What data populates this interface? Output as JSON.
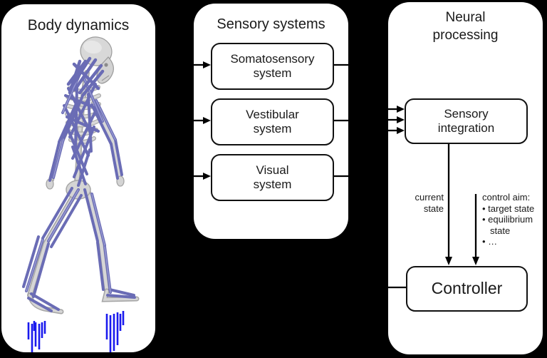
{
  "meta": {
    "background_color": "#000000",
    "panel_color": "#ffffff",
    "connector_color": "#000000",
    "muscle_color": "#6a6cb5",
    "bone_color": "#d8d8d8",
    "ground_reaction_force_color": "#1a1aee",
    "text_color": "#1a1a1a"
  },
  "panels": {
    "body_dynamics": {
      "title": "Body dynamics",
      "figure": "walking musculoskeletal model with blue ground reaction force vectors under both feet"
    },
    "sensory_systems": {
      "title": "Sensory systems",
      "boxes": [
        {
          "label": "Somatosensory system"
        },
        {
          "label": "Vestibular system"
        },
        {
          "label": "Visual system"
        }
      ]
    },
    "neural_processing": {
      "title": "Neural processing",
      "sensory_integration_label": "Sensory integration",
      "controller_label": "Controller",
      "current_state_label": "current state",
      "control_aim_label": "control aim:",
      "control_aim_items": [
        "• target state",
        "• equilibrium state",
        "• …"
      ]
    }
  }
}
